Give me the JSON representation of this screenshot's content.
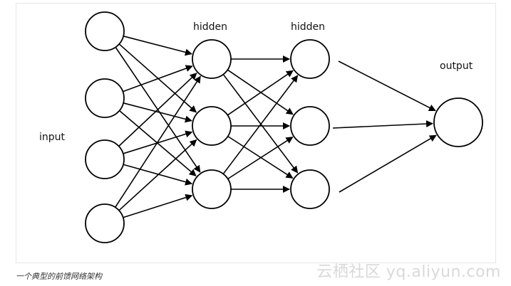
{
  "layers": {
    "input_label": "input",
    "hidden1_label": "hidden",
    "hidden2_label": "hidden",
    "output_label": "output"
  },
  "caption": "一个典型的前馈网络架构",
  "watermark": "云栖社区 yq.aliyun.com",
  "colors": {
    "stroke": "#000000",
    "node_fill": "#ffffff",
    "frame_border": "#e6e6e6",
    "caption": "#333333",
    "watermark": "#d9d9d9"
  }
}
